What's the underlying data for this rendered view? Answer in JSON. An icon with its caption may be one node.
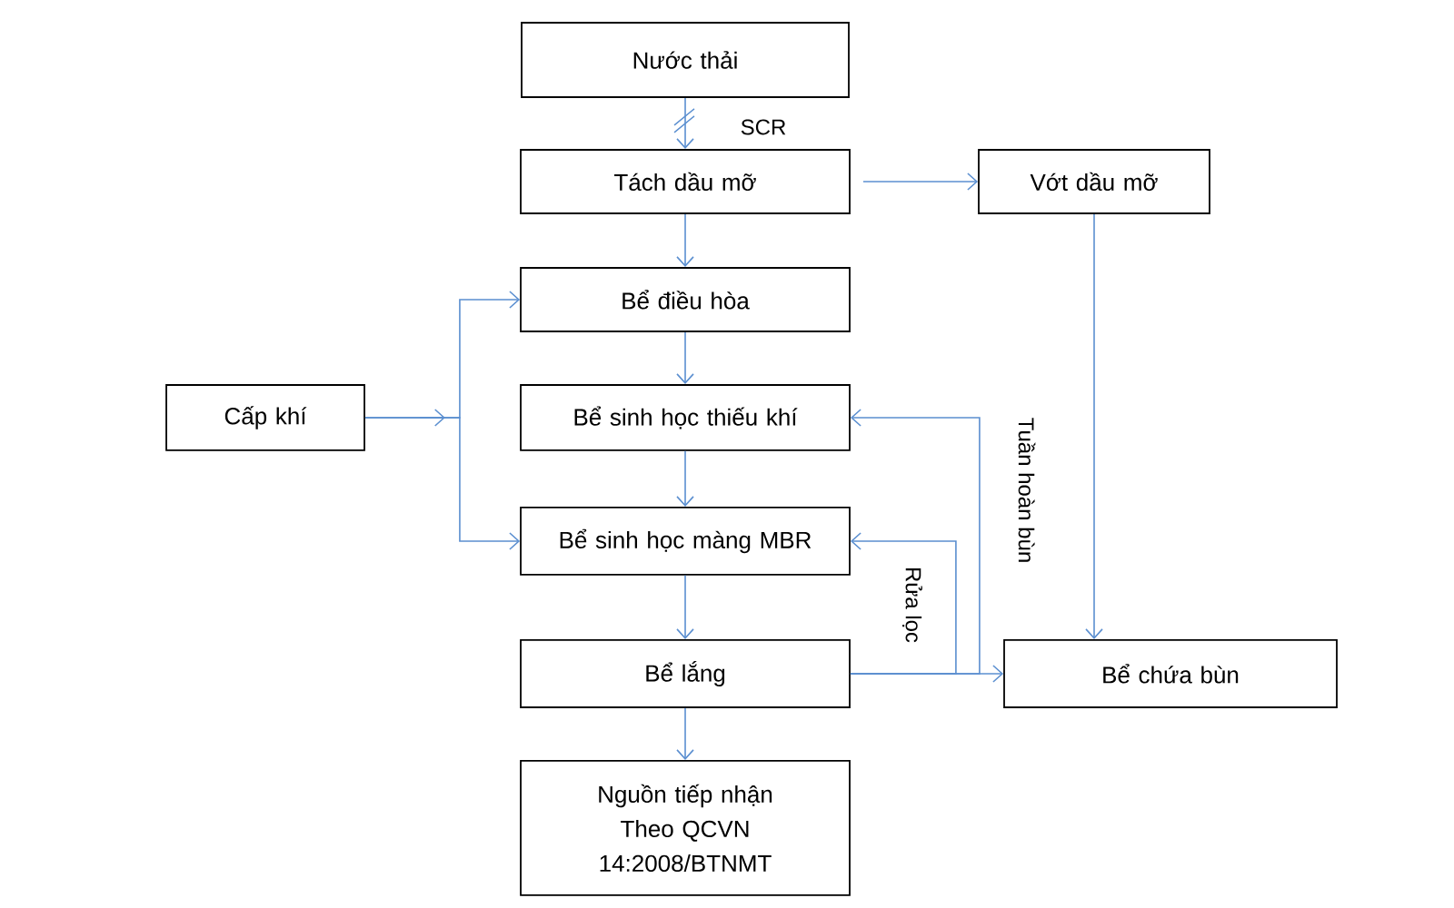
{
  "diagram": {
    "nodes": [
      {
        "text": [
          "Nước thải"
        ]
      },
      {
        "text": [
          "Tách dầu mỡ"
        ]
      },
      {
        "text": [
          "Vớt dầu mỡ"
        ]
      },
      {
        "text": [
          "Bể điều hòa"
        ]
      },
      {
        "text": [
          "Cấp khí"
        ]
      },
      {
        "text": [
          "Bể sinh học thiếu khí"
        ]
      },
      {
        "text": [
          "Bể sinh học màng MBR"
        ]
      },
      {
        "text": [
          "Bể lắng"
        ]
      },
      {
        "text": [
          "Bể chứa bùn"
        ]
      },
      {
        "text": [
          "Nguồn tiếp nhận Theo QCVN 14:2008/BTNMT"
        ]
      }
    ],
    "edges": [
      {
        "from": 0,
        "to": 1,
        "arrow": "to",
        "label": "SCR"
      },
      {
        "from": 1,
        "to": 2,
        "arrow": "to"
      },
      {
        "from": 1,
        "to": 3,
        "arrow": "to"
      },
      {
        "from": 2,
        "to": 8,
        "arrow": "to"
      },
      {
        "from": 3,
        "to": 5,
        "arrow": "to"
      },
      {
        "from": 4,
        "to": 3,
        "arrow": "to"
      },
      {
        "from": 4,
        "to": 6,
        "arrow": "to"
      },
      {
        "from": 5,
        "to": 6,
        "arrow": "to"
      },
      {
        "from": 6,
        "to": 7,
        "arrow": "to"
      },
      {
        "from": 7,
        "to": 9,
        "arrow": "to"
      },
      {
        "from": 7,
        "to": 8,
        "arrow": "to"
      },
      {
        "from": 7,
        "to": 5,
        "arrow": "to",
        "label": "Tuần hoàn bùn"
      },
      {
        "from": 7,
        "to": 6,
        "arrow": "to",
        "label": "Rửa lọc"
      }
    ]
  }
}
